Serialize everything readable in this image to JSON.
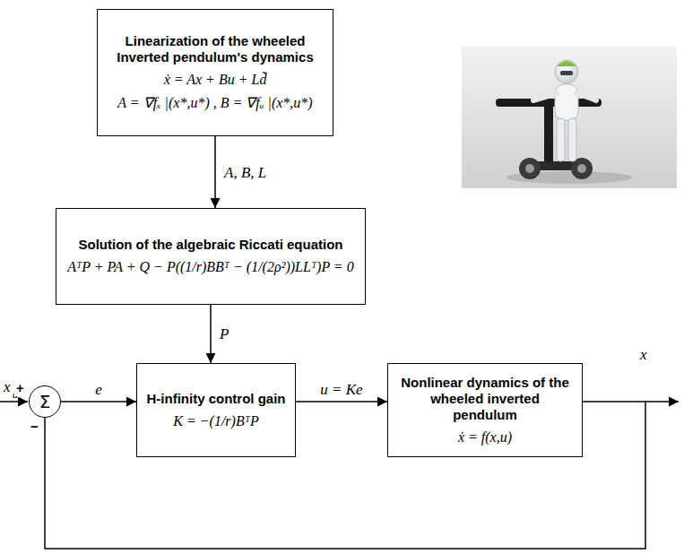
{
  "diagram": {
    "nodes": [
      {
        "text": [
          "Linearization of the wheeled Inverted pendulum's dynamics",
          "ẋ = Ax + Bu + Ld̃",
          "A = ∇fₓ |(x*,u*) , B = ∇fᵤ |(x*,u*)"
        ]
      },
      {
        "text": [
          "Solution of the algebraic Riccati equation",
          "AᵀP + PA + Q − P((1/r)BBᵀ − (1/(2ρ²))LLᵀ)P = 0"
        ]
      },
      {
        "text": [
          "Σ"
        ]
      },
      {
        "text": [
          "H-infinity control gain",
          "K = −(1/r)BᵀP"
        ]
      },
      {
        "text": [
          "Nonlinear dynamics of the wheeled inverted pendulum",
          "ẋ = f(x,u)"
        ]
      }
    ],
    "edges": [
      {
        "from": 0,
        "to": 1,
        "arrow": "to",
        "label": "A, B, L"
      },
      {
        "from": 1,
        "to": 3,
        "arrow": "to",
        "label": "P"
      },
      {
        "from": 2,
        "to": 3,
        "arrow": "to",
        "label": "e"
      },
      {
        "from": 3,
        "to": 4,
        "arrow": "to",
        "label": "u = Ke"
      },
      {
        "from": 4,
        "to": 2,
        "arrow": "none"
      }
    ],
    "labels": [
      "x",
      "d",
      "+",
      "−",
      "x"
    ]
  }
}
